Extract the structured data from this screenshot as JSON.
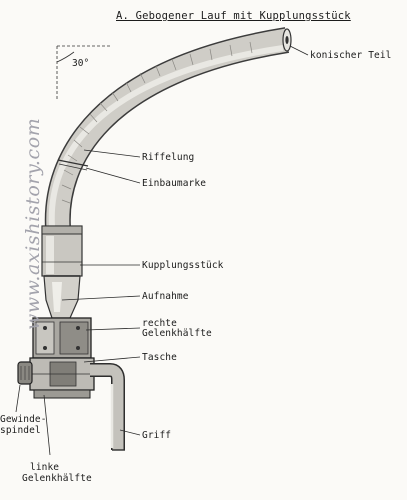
{
  "title": "A. Gebogener Lauf mit Kupplungsstück",
  "angle": "30°",
  "watermark": "www.axishistory.com",
  "labels": {
    "konischer_teil": "konischer Teil",
    "riffelung": "Riffelung",
    "einbaumarke": "Einbaumarke",
    "kupplungsstueck": "Kupplungsstück",
    "aufnahme": "Aufnahme",
    "rechte_gelenkhaelfte_1": "rechte",
    "rechte_gelenkhaelfte_2": "Gelenkhälfte",
    "tasche": "Tasche",
    "gewindespindel_1": "Gewinde-",
    "gewindespindel_2": "spindel",
    "griff": "Griff",
    "linke_gelenkhaelfte_1": "linke",
    "linke_gelenkhaelfte_2": "Gelenkhälfte"
  }
}
